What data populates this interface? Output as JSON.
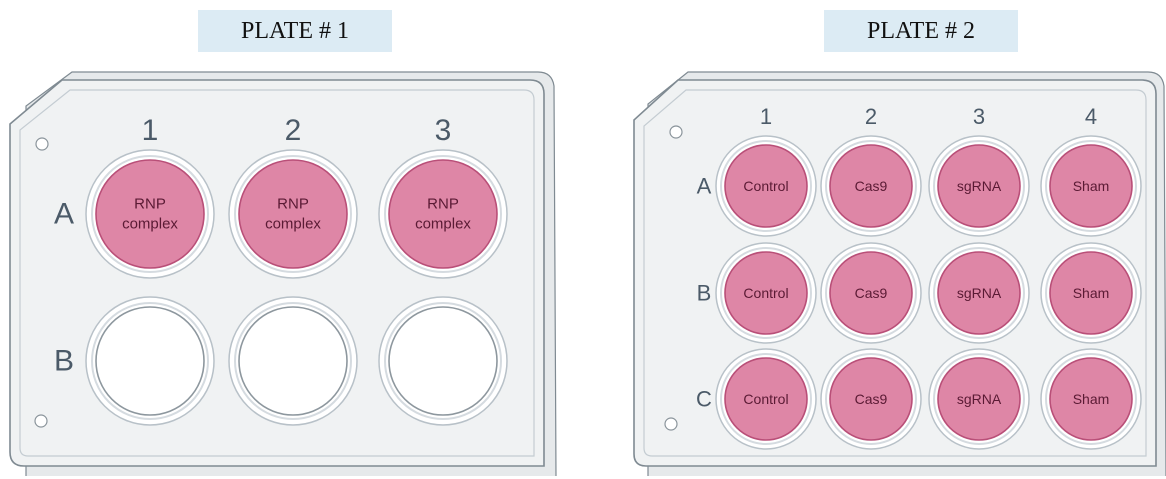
{
  "plate1": {
    "title": "PLATE # 1",
    "columns": [
      "1",
      "2",
      "3"
    ],
    "rows": [
      "A",
      "B"
    ],
    "wells": [
      [
        [
          "RNP",
          "complex"
        ],
        [
          "RNP",
          "complex"
        ],
        [
          "RNP",
          "complex"
        ]
      ],
      [
        [],
        [],
        []
      ]
    ]
  },
  "plate2": {
    "title": "PLATE # 2",
    "columns": [
      "1",
      "2",
      "3",
      "4"
    ],
    "rows": [
      "A",
      "B",
      "C"
    ],
    "wells": [
      [
        [
          "Control"
        ],
        [
          "Cas9"
        ],
        [
          "sgRNA"
        ],
        [
          "Sham"
        ]
      ],
      [
        [
          "Control"
        ],
        [
          "Cas9"
        ],
        [
          "sgRNA"
        ],
        [
          "Sham"
        ]
      ],
      [
        [
          "Control"
        ],
        [
          "Cas9"
        ],
        [
          "sgRNA"
        ],
        [
          "Sham"
        ]
      ]
    ]
  },
  "colors": {
    "filled_well": "#de86a6",
    "filled_well_stroke": "#b94f78",
    "empty_well": "#ffffff",
    "plate_body": "#f0f2f3",
    "plate_stroke": "#7f8a92",
    "title_background": "#dcebf4"
  }
}
